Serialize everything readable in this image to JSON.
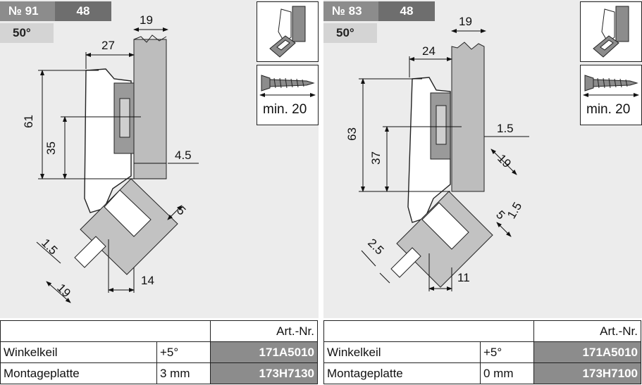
{
  "left": {
    "no_label": "№ 91",
    "no_value": "48",
    "angle": "50°",
    "min_label": "min. 20",
    "dims": {
      "d19_top": "19",
      "d27": "27",
      "d61": "61",
      "d35": "35",
      "d4_5": "4.5",
      "d5": "5",
      "d1_5": "1.5",
      "d19_bottom": "19",
      "d14": "14"
    },
    "table": {
      "header": "Art.-Nr.",
      "rows": [
        {
          "name": "Winkelkeil",
          "spec": "+5°",
          "art": "171A5010"
        },
        {
          "name": "Montageplatte",
          "spec": "3 mm",
          "art": "173H7130"
        }
      ]
    }
  },
  "right": {
    "no_label": "№ 83",
    "no_value": "48",
    "angle": "50°",
    "min_label": "min. 20",
    "dims": {
      "d19_top": "19",
      "d24": "24",
      "d63": "63",
      "d37": "37",
      "d1_5_top": "1.5",
      "d19_diag": "19",
      "d5": "5",
      "d1_5": "1.5",
      "d2_5": "2.5",
      "d11": "11"
    },
    "table": {
      "header": "Art.-Nr.",
      "rows": [
        {
          "name": "Winkelkeil",
          "spec": "+5°",
          "art": "171A5010"
        },
        {
          "name": "Montageplatte",
          "spec": "0 mm",
          "art": "173H7100"
        }
      ]
    }
  },
  "colors": {
    "panel_bg": "#ececec",
    "badge_no": "#8c8c8c",
    "badge_val": "#6e6e6e",
    "angle_bg": "#d4d4d4",
    "art_bg": "#8c8c8c"
  }
}
